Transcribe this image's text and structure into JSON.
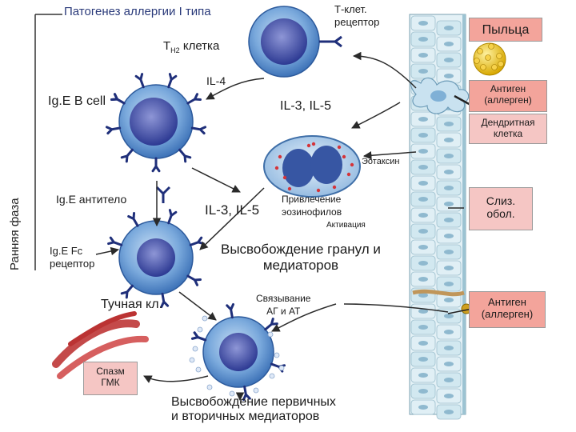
{
  "title": "Патогенез аллергии I типа",
  "side_label": "Ранняя фаза",
  "tcell_receptor": [
    "Т-клет.",
    "рецептор"
  ],
  "th2_cell": {
    "main": "T",
    "sub": "H2",
    "rest": " клетка"
  },
  "il4": "IL-4",
  "ige_b_cell": "Ig.E B cell",
  "il3_il5_top": "IL-3, IL-5",
  "eotaxin": "Эотаксин",
  "ige_antibody": "Ig.E антитело",
  "il3_il5_mid": "IL-3, IL-5",
  "eosinophil_recruit": [
    "Привлечение",
    "эозинофилов"
  ],
  "activation": "Активация",
  "granule_release": [
    "Высвобождение гранул и",
    "медиаторов"
  ],
  "fc_receptor": [
    "Ig.E Fc",
    "рецептор"
  ],
  "mast_cell": "Тучная кл.",
  "ag_at_binding": [
    "Связывание",
    "АГ и АТ"
  ],
  "smc_spasm": [
    "Спазм",
    "ГМК"
  ],
  "primary_secondary": [
    "Высвобождение первичных",
    "и вторичных медиаторов"
  ],
  "pollen": "Пыльца",
  "antigen_top": [
    "Антиген",
    "(аллерген)"
  ],
  "dendritic_cell": [
    "Дендритная",
    "клетка"
  ],
  "mucosa": [
    "Слиз.",
    "обол."
  ],
  "antigen_bottom": [
    "Антиген",
    "(аллерген)"
  ],
  "colors": {
    "cell_outer": "#4f87c8",
    "cell_nucleus": "#2f3f9a",
    "receptor": "#1f2f7a",
    "epithelium": "#d9ecf2",
    "pink_box": "#f5c6c4",
    "salmon_box": "#f3a49b",
    "pollen": "#e8c020"
  }
}
